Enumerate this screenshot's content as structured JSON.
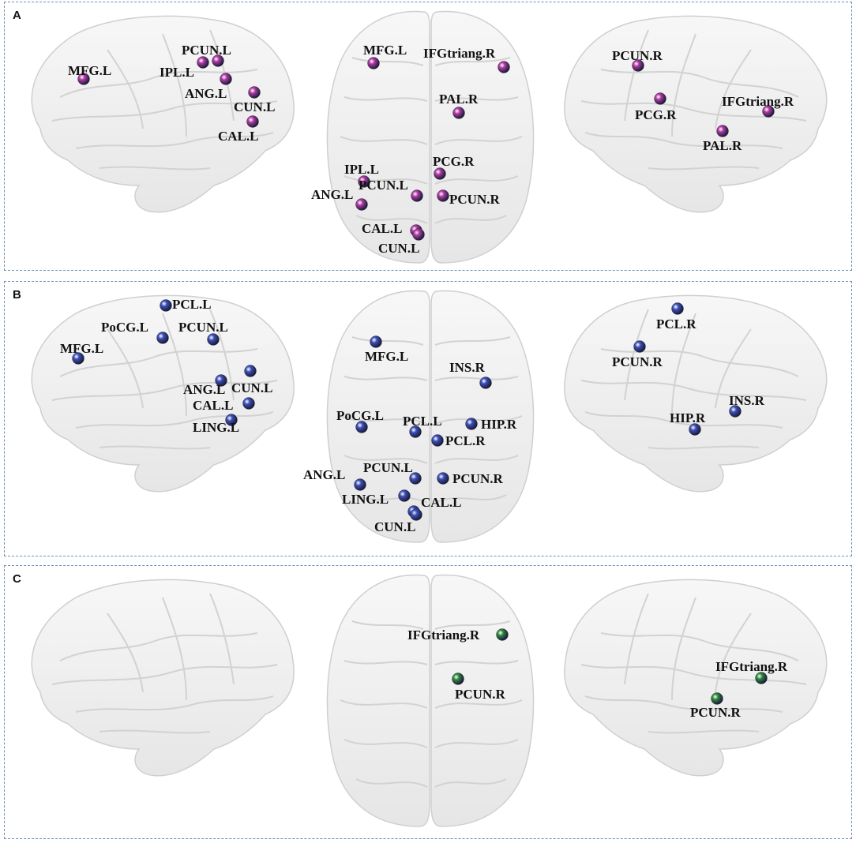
{
  "panels": [
    {
      "letter": "A",
      "color": "#b03aa4",
      "views": [
        {
          "view": "left-lateral",
          "nodes": [
            {
              "label": "MFG.L"
            },
            {
              "label": "PCUN.L"
            },
            {
              "label": "IPL.L"
            },
            {
              "label": "ANG.L"
            },
            {
              "label": "CUN.L"
            },
            {
              "label": "CAL.L"
            }
          ]
        },
        {
          "view": "dorsal",
          "nodes": [
            {
              "label": "MFG.L"
            },
            {
              "label": "IFGtriang.R"
            },
            {
              "label": "PAL.R"
            },
            {
              "label": "IPL.L"
            },
            {
              "label": "PCG.R"
            },
            {
              "label": "ANG.L"
            },
            {
              "label": "PCUN.L"
            },
            {
              "label": "PCUN.R"
            },
            {
              "label": "CAL.L"
            },
            {
              "label": "CUN.L"
            }
          ]
        },
        {
          "view": "right-lateral",
          "nodes": [
            {
              "label": "PCUN.R"
            },
            {
              "label": "PCG.R"
            },
            {
              "label": "IFGtriang.R"
            },
            {
              "label": "PAL.R"
            }
          ]
        }
      ]
    },
    {
      "letter": "B",
      "color": "#3b4fb8",
      "views": [
        {
          "view": "left-lateral",
          "nodes": [
            {
              "label": "PCL.L"
            },
            {
              "label": "PoCG.L"
            },
            {
              "label": "PCUN.L"
            },
            {
              "label": "MFG.L"
            },
            {
              "label": "ANG.L"
            },
            {
              "label": "CUN.L"
            },
            {
              "label": "CAL.L"
            },
            {
              "label": "LING.L"
            }
          ]
        },
        {
          "view": "dorsal",
          "nodes": [
            {
              "label": "MFG.L"
            },
            {
              "label": "INS.R"
            },
            {
              "label": "PoCG.L"
            },
            {
              "label": "PCL.L"
            },
            {
              "label": "HIP.R"
            },
            {
              "label": "PCL.R"
            },
            {
              "label": "PCUN.L"
            },
            {
              "label": "ANG.L"
            },
            {
              "label": "PCUN.R"
            },
            {
              "label": "LING.L"
            },
            {
              "label": "CAL.L"
            },
            {
              "label": "CUN.L"
            }
          ]
        },
        {
          "view": "right-lateral",
          "nodes": [
            {
              "label": "PCL.R"
            },
            {
              "label": "PCUN.R"
            },
            {
              "label": "INS.R"
            },
            {
              "label": "HIP.R"
            }
          ]
        }
      ]
    },
    {
      "letter": "C",
      "color": "#2e8a3c",
      "views": [
        {
          "view": "left-lateral",
          "nodes": []
        },
        {
          "view": "dorsal",
          "nodes": [
            {
              "label": "IFGtriang.R"
            },
            {
              "label": "PCUN.R"
            }
          ]
        },
        {
          "view": "right-lateral",
          "nodes": [
            {
              "label": "IFGtriang.R"
            },
            {
              "label": "PCUN.R"
            }
          ]
        }
      ]
    }
  ]
}
